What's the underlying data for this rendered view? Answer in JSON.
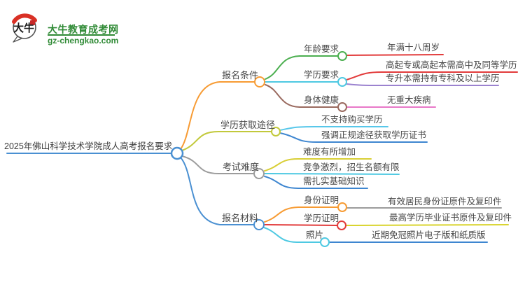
{
  "logo": {
    "icon": "speech-bubble-with-daniu",
    "icon_text": "大牛",
    "title": "大牛教育成考网",
    "url": "gz-chengkao.com",
    "green": "#2f8a35",
    "red": "#d93025"
  },
  "root": {
    "label": "2025年佛山科学技术学院成人高考报名要求",
    "color": "#4a90d2"
  },
  "branches": [
    {
      "label": "报名条件",
      "color": "#f79b33",
      "children": [
        {
          "label": "年龄要求",
          "color": "#4caf50",
          "children": [
            {
              "label": "年满十八周岁",
              "color": "#e23b3b"
            }
          ]
        },
        {
          "label": "学历要求",
          "color": "#4ec9e2",
          "children": [
            {
              "label": "高起专或高起本需高中及同等学历",
              "color": "#e23b3b"
            },
            {
              "label": "专升本需持有专科及以上学历",
              "color": "#9b82cf"
            }
          ]
        },
        {
          "label": "身体健康",
          "color": "#9a6a5f",
          "children": [
            {
              "label": "无重大疾病",
              "color": "#e878c8"
            }
          ]
        }
      ]
    },
    {
      "label": "学历获取途径",
      "color": "#c2c93b",
      "children": [
        {
          "label": "不支持购买学历",
          "color": "#57c7ea"
        },
        {
          "label": "强调正规途径获取学历证书",
          "color": "#3e86d0"
        }
      ]
    },
    {
      "label": "考试难度",
      "color": "#9c9c9c",
      "children": [
        {
          "label": "难度有所增加",
          "color": "#d8ce35"
        },
        {
          "label": "竞争激烈，招生名额有限",
          "color": "#4ec9e2"
        },
        {
          "label": "需扎实基础知识",
          "color": "#3e86d0"
        }
      ]
    },
    {
      "label": "报名材料",
      "color": "#4a90d2",
      "children": [
        {
          "label": "身份证明",
          "color": "#f79b33",
          "children": [
            {
              "label": "有效居民身份证原件及复印件",
              "color": "#9c9c9c"
            }
          ]
        },
        {
          "label": "学历证明",
          "color": "#e23b3b",
          "children": [
            {
              "label": "最高学历毕业证书原件及复印件",
              "color": "#d9d42f"
            }
          ]
        },
        {
          "label": "照片",
          "color": "#4ec9e2",
          "children": [
            {
              "label": "近期免冠照片电子版和纸质版",
              "color": "#3e86d0"
            }
          ]
        }
      ]
    }
  ]
}
